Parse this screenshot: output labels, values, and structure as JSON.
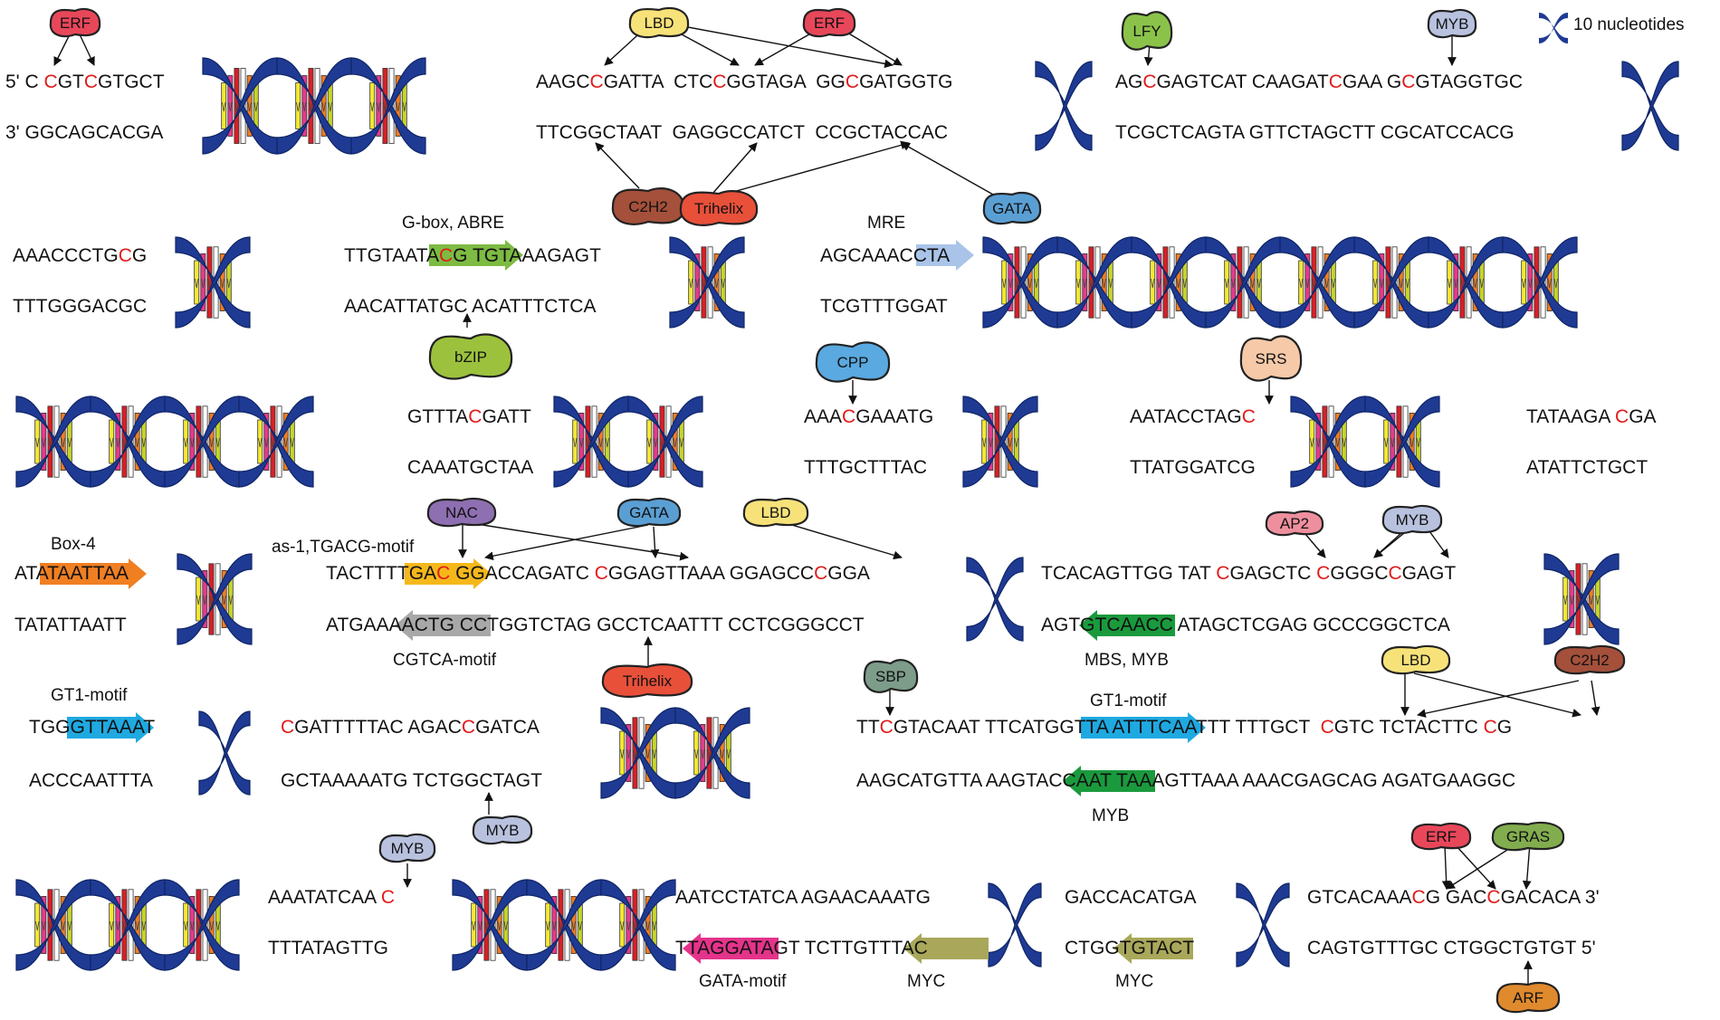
{
  "legend": {
    "label": "10 nucleotides",
    "icon": "dna-turn-icon"
  },
  "colors": {
    "helix": "#1f3a93",
    "helix_dark": "#0f2566",
    "red_nt": "#e11b1b",
    "ERF": "#e8475a",
    "LBD": "#f7e27a",
    "LFY": "#8bc34a",
    "MYB": "#b8c2df",
    "C2H2": "#a4503b",
    "Trihelix": "#e8503a",
    "GATA": "#5a9fd4",
    "bZIP": "#9cc23d",
    "CPP": "#5aa9e0",
    "SRS": "#f6c9a8",
    "NAC": "#8e6fb1",
    "AP2": "#ee8f9e",
    "SBP": "#7d9c8a",
    "GRAS": "#82ad4e",
    "ARF": "#e08a2e",
    "box_arrow": {
      "green": "#7dbb42",
      "lightblue": "#a9c4e8",
      "orange": "#f07f22",
      "yellow": "#f5b81b",
      "grey": "#a8a8a8",
      "darkgreen": "#1a9a3d",
      "cyan": "#1fa9e1",
      "magenta": "#e4338b",
      "olive": "#a9a85a"
    }
  },
  "rows": [
    {
      "id": "row1",
      "top": [
        [
          {
            "t": "5' C "
          },
          {
            "t": "C",
            "r": true
          },
          {
            "t": "GT"
          },
          {
            "t": "C",
            "r": true
          },
          {
            "t": "GTGCT"
          }
        ],
        [
          {
            "t": "AAGC"
          },
          {
            "t": "C",
            "r": true
          },
          {
            "t": "GATTA  CTC"
          },
          {
            "t": "C",
            "r": true
          },
          {
            "t": "GGTAGA  GG"
          },
          {
            "t": "C",
            "r": true
          },
          {
            "t": "GATGGTG"
          }
        ],
        [
          {
            "t": "AG"
          },
          {
            "t": "C",
            "r": true
          },
          {
            "t": "GAGTCAT CAAGAT"
          },
          {
            "t": "C",
            "r": true
          },
          {
            "t": "GAA G"
          },
          {
            "t": "C",
            "r": true
          },
          {
            "t": "GTAGGTGC"
          }
        ]
      ],
      "bottom": [
        "3' GGCAGCACGA",
        "TTCGGCTAAT  GAGGCCATCT  CCGCTACCAC",
        "TCGCTCAGTA GTTCTAGCTT CGCATCCACG"
      ],
      "proteins": [
        "ERF",
        "LBD",
        "ERF",
        "LFY",
        "MYB",
        "C2H2",
        "Trihelix",
        "GATA"
      ]
    },
    {
      "id": "row2",
      "top": [
        [
          {
            "t": "AAACCCTG"
          },
          {
            "t": "C",
            "r": true
          },
          {
            "t": "G"
          }
        ],
        [
          {
            "t": "TTGTAATA"
          },
          {
            "t": "C",
            "r": true
          },
          {
            "t": "G TGTAAAGAGT"
          }
        ],
        [
          {
            "t": "AGCAAACCTA"
          }
        ]
      ],
      "bottom": [
        "TTTGGGACGC",
        "AACATTATGC ACATTTCTCA",
        "TCGTTTGGAT"
      ],
      "labels": [
        "G-box, ABRE",
        "MRE"
      ],
      "proteins": [
        "bZIP"
      ]
    },
    {
      "id": "row3",
      "top": [
        [
          {
            "t": "GTTTA"
          },
          {
            "t": "C",
            "r": true
          },
          {
            "t": "GATT"
          }
        ],
        [
          {
            "t": "AAA"
          },
          {
            "t": "C",
            "r": true
          },
          {
            "t": "GAAATG"
          }
        ],
        [
          {
            "t": "AATACCTAG"
          },
          {
            "t": "C",
            "r": true
          }
        ],
        [
          {
            "t": "TATAAGA "
          },
          {
            "t": "C",
            "r": true
          },
          {
            "t": "GA"
          }
        ]
      ],
      "bottom": [
        "CAAATGCTAA",
        "TTTGCTTTAC",
        "TTATGGATCG",
        "ATATTCTGCT"
      ],
      "proteins": [
        "CPP",
        "SRS"
      ]
    },
    {
      "id": "row4",
      "top": [
        [
          {
            "t": "ATATAATTAA"
          }
        ],
        [
          {
            "t": "TACTTTTGA"
          },
          {
            "t": "C",
            "r": true
          },
          {
            "t": " GGACCAGATC "
          },
          {
            "t": "C",
            "r": true
          },
          {
            "t": "GGAGTTAAA GGAGCC"
          },
          {
            "t": "C",
            "r": true
          },
          {
            "t": "GGA"
          }
        ],
        [
          {
            "t": "TCACAGTTGG TAT "
          },
          {
            "t": "C",
            "r": true
          },
          {
            "t": "GAGCTC "
          },
          {
            "t": "C",
            "r": true
          },
          {
            "t": "GGGC"
          },
          {
            "t": "C",
            "r": true
          },
          {
            "t": "GAGT"
          }
        ]
      ],
      "bottom": [
        "TATATTAATT",
        "ATGAAAACTG CCTGGTCTAG GCCTCAATTT CCTCGGGCCT",
        "AGTGTCAACC ATAGCTCGAG GCCCGGCTCA"
      ],
      "labels": [
        "Box-4",
        "as-1,TGACG-motif",
        "CGTCA-motif",
        "MBS, MYB"
      ],
      "proteins": [
        "NAC",
        "GATA",
        "LBD",
        "AP2",
        "MYB",
        "Trihelix"
      ]
    },
    {
      "id": "row5",
      "top": [
        [
          {
            "t": "TGGGTTAAAT"
          }
        ],
        [
          {
            "t": "C",
            "r": true
          },
          {
            "t": "GATTTTTAC AGAC"
          },
          {
            "t": "C",
            "r": true
          },
          {
            "t": "GATCA"
          }
        ],
        [
          {
            "t": "TT"
          },
          {
            "t": "C",
            "r": true
          },
          {
            "t": "GTACAAT TTCATGGTTA ATTTCAATTT TTTGCT  "
          },
          {
            "t": "C",
            "r": true
          },
          {
            "t": "GTC TCTACTTC "
          },
          {
            "t": "C",
            "r": true
          },
          {
            "t": "G"
          }
        ]
      ],
      "bottom": [
        "ACCCAATTTA",
        "GCTAAAAATG TCTGGCTAGT",
        "AAGCATGTTA AAGTACCAAT TAAAGTTAAA AAACGAGCAG AGATGAAGGC"
      ],
      "labels": [
        "GT1-motif",
        "GT1-motif",
        "MYB"
      ],
      "proteins": [
        "SBP",
        "LBD",
        "C2H2",
        "MYB"
      ]
    },
    {
      "id": "row6",
      "top": [
        [
          {
            "t": "AAATATCAA "
          },
          {
            "t": "C",
            "r": true
          }
        ],
        [
          {
            "t": "AATCCTATCA AGAACAAATG"
          }
        ],
        [
          {
            "t": "GACCACATGA"
          }
        ],
        [
          {
            "t": "GTCACAAA"
          },
          {
            "t": "C",
            "r": true
          },
          {
            "t": "G GAC"
          },
          {
            "t": "C",
            "r": true
          },
          {
            "t": "GACACA 3'"
          }
        ]
      ],
      "bottom": [
        "TTTATAGTTG",
        "TTAGGATAGT TCTTGTTTAC",
        "CTGGTGTACT",
        "CAGTGTTTGC CTGGCTGTGT 5'"
      ],
      "labels": [
        "GATA-motif",
        "MYC",
        "MYC"
      ],
      "proteins": [
        "MYB",
        "ERF",
        "GRAS",
        "ARF"
      ]
    }
  ]
}
